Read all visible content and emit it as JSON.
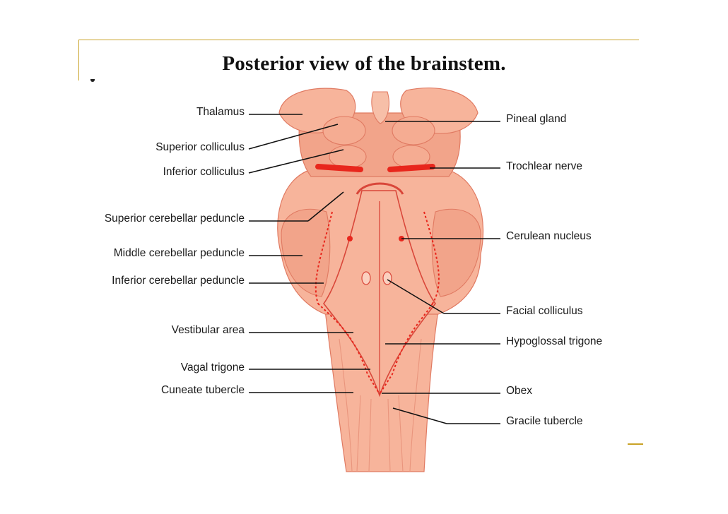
{
  "title": "Posterior view of the brainstem.",
  "colors": {
    "tissue_fill": "#f7b49b",
    "tissue_shade": "#ef9a80",
    "tissue_outline": "#d9473a",
    "nerve_red": "#e8261c",
    "frame_gold": "#c9a227"
  },
  "labels_left": [
    "Thalamus",
    "Superior colliculus",
    "Inferior colliculus",
    "Superior cerebellar peduncle",
    "Middle cerebellar peduncle",
    "Inferior cerebellar peduncle",
    "Vestibular area",
    "Vagal trigone",
    "Cuneate tubercle"
  ],
  "labels_right": [
    "Pineal gland",
    "Trochlear nerve",
    "Cerulean nucleus",
    "Facial colliculus",
    "Hypoglossal trigone",
    "Obex",
    "Gracile tubercle"
  ]
}
